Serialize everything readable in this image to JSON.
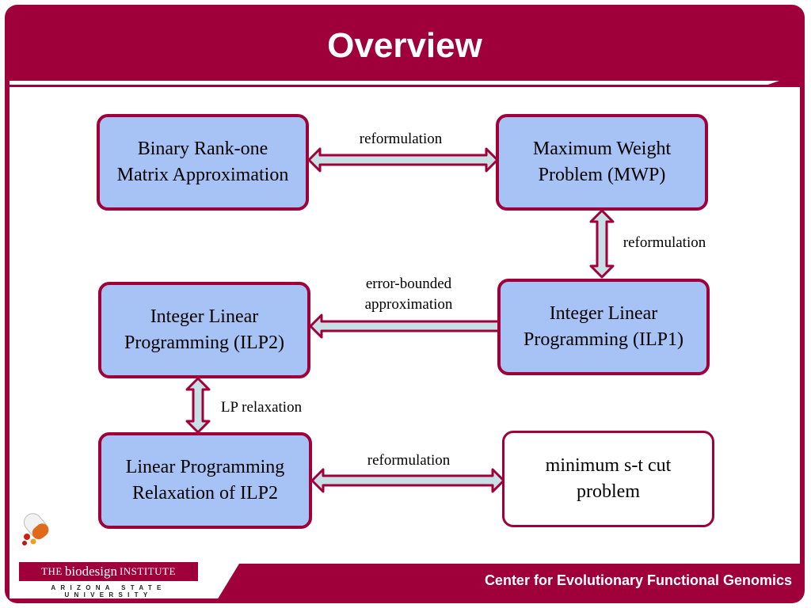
{
  "slide": {
    "title": "Overview",
    "footer_text": "Center for Evolutionary Functional Genomics",
    "logo": {
      "the": "THE",
      "biodesign": "biodesign",
      "institute": "INSTITUTE",
      "university": "ARIZONA STATE UNIVERSITY"
    }
  },
  "nodes": {
    "binary_rank_one": "Binary Rank-one\nMatrix Approximation",
    "mwp": "Maximum Weight\nProblem (MWP)",
    "ilp1": "Integer Linear\nProgramming (ILP1)",
    "ilp2": "Integer Linear\nProgramming (ILP2)",
    "lp_relaxation": "Linear  Programming\nRelaxation of ILP2",
    "min_st_cut": "minimum s-t cut\nproblem"
  },
  "edges": {
    "top_horizontal": "reformulation",
    "right_vertical": "reformulation",
    "middle_horizontal": "error-bounded\napproximation",
    "left_vertical": "LP relaxation",
    "bottom_horizontal": "reformulation"
  },
  "colors": {
    "maroon": "#a0003a",
    "node_fill": "#a7c3f5",
    "arrow_fill": "#c9dfe6"
  }
}
